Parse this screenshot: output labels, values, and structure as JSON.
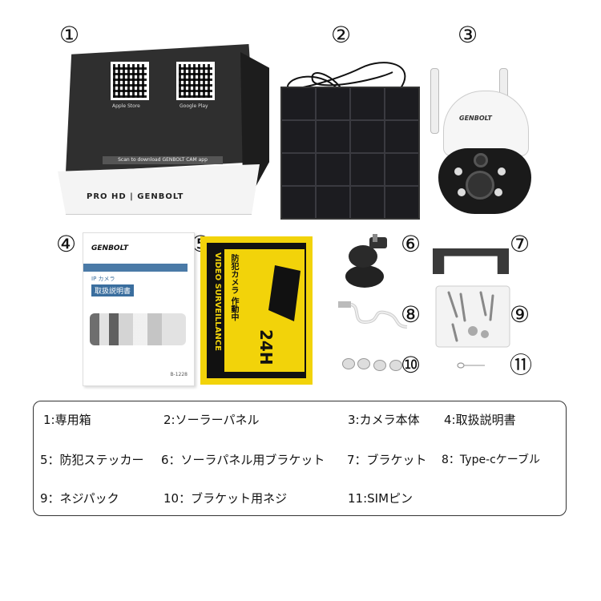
{
  "markers": {
    "n1": "①",
    "n2": "②",
    "n3": "③",
    "n4": "④",
    "n5": "⑤",
    "n6": "⑥",
    "n7": "⑦",
    "n8": "⑧",
    "n9": "⑨",
    "n10": "⑩",
    "n11": "⑪"
  },
  "box": {
    "store1": "Apple Store",
    "store2": "Google Play",
    "scan": "Scan to download GENBOLT CAM app",
    "brand": "PRO HD | GENBOLT"
  },
  "camera": {
    "brand": "GENBOLT"
  },
  "manual": {
    "brand": "GENBOLT",
    "ip": "IP カメラ",
    "title": "取扱説明書",
    "code": "B-1228"
  },
  "sticker": {
    "line1": "VIDEO SURVEILLANCE",
    "line2": "防犯カメラ 作動中",
    "big": "24H"
  },
  "legend": {
    "i1": "1:専用箱",
    "i2": "2:ソーラーパネル",
    "i3": "3:カメラ本体",
    "i4": "4:取扱説明書",
    "i5": "5：防犯ステッカー",
    "i6": "6：ソーラパネル用ブラケット",
    "i7": "7：ブラケット",
    "i8": "8：Type-cケーブル",
    "i9": "9：ネジパック",
    "i10": "10：ブラケット用ネジ",
    "i11": "11:SIMピン"
  }
}
